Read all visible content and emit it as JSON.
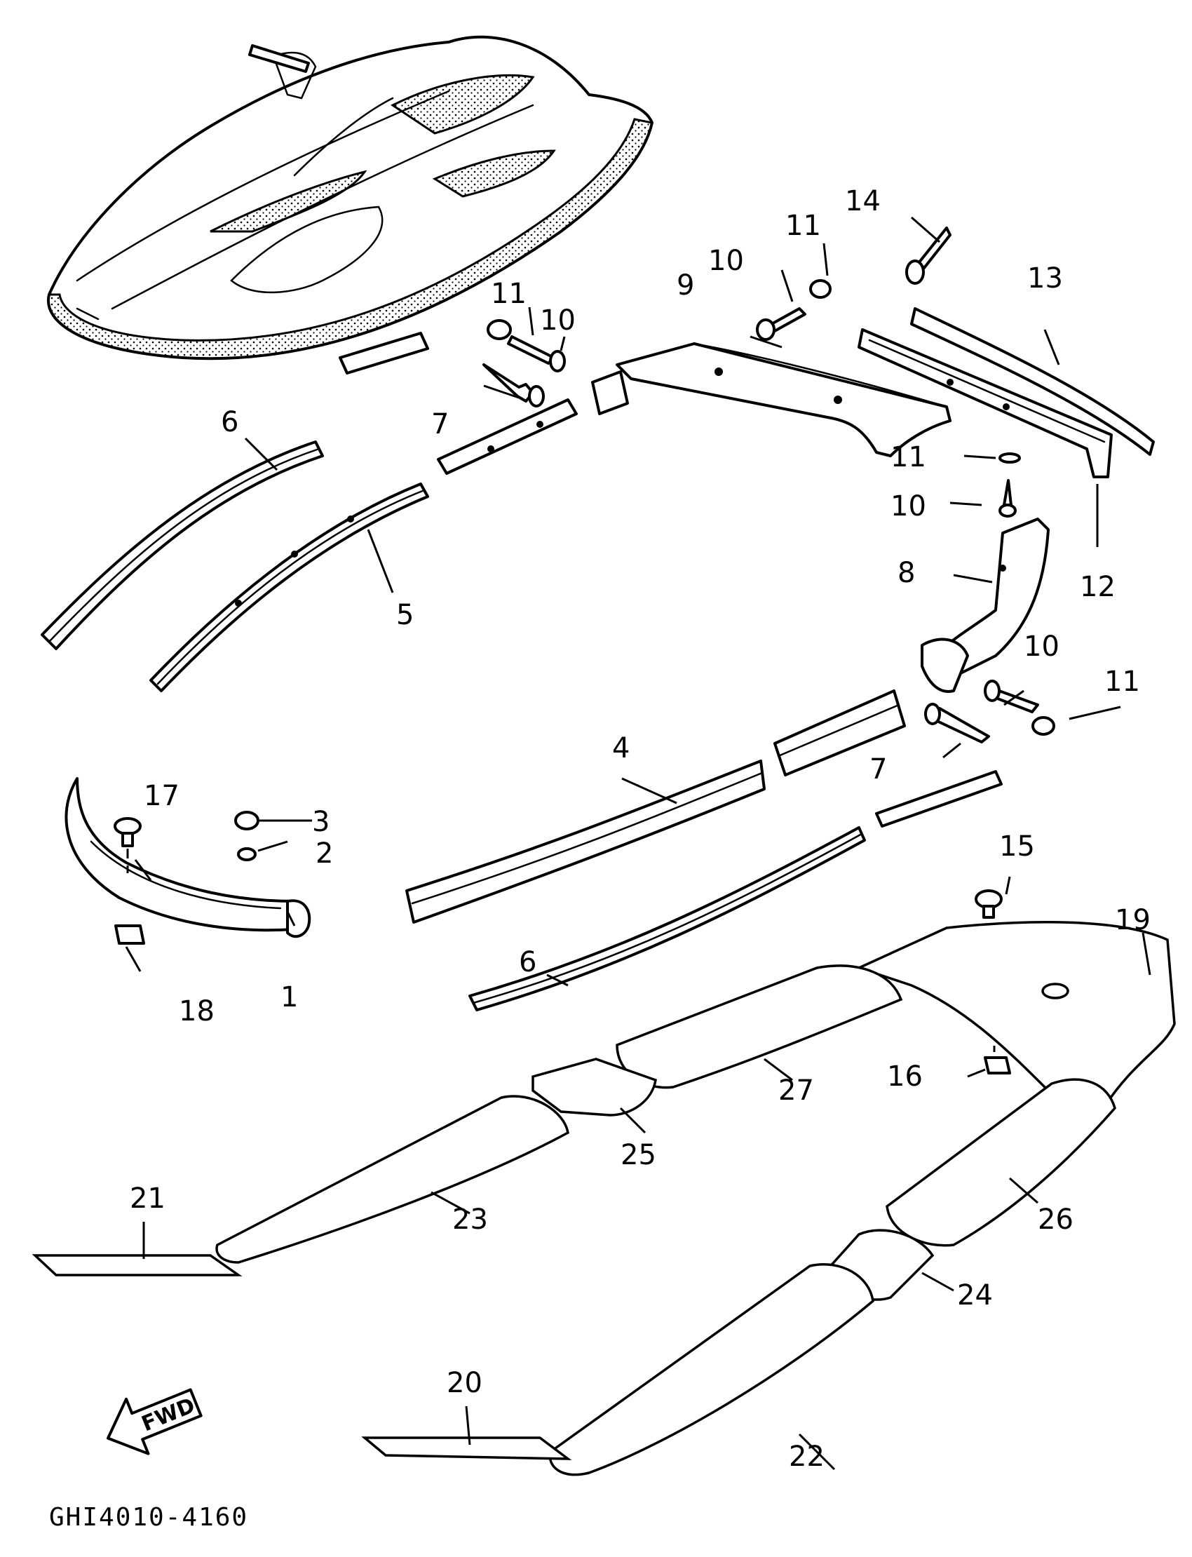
{
  "diagram_code": "GHI4010-4160",
  "direction_label": "FWD",
  "callouts": {
    "c1": "1",
    "c2": "2",
    "c3": "3",
    "c4": "4",
    "c5": "5",
    "c6a": "6",
    "c6b": "6",
    "c7a": "7",
    "c7b": "7",
    "c8": "8",
    "c9": "9",
    "c10a": "10",
    "c10b": "10",
    "c10c": "10",
    "c10d": "10",
    "c11a": "11",
    "c11b": "11",
    "c11c": "11",
    "c11d": "11",
    "c12": "12",
    "c13": "13",
    "c14": "14",
    "c15": "15",
    "c16": "16",
    "c17": "17",
    "c18": "18",
    "c19": "19",
    "c20": "20",
    "c21": "21",
    "c22": "22",
    "c23": "23",
    "c24": "24",
    "c25": "25",
    "c26": "26",
    "c27": "27"
  }
}
